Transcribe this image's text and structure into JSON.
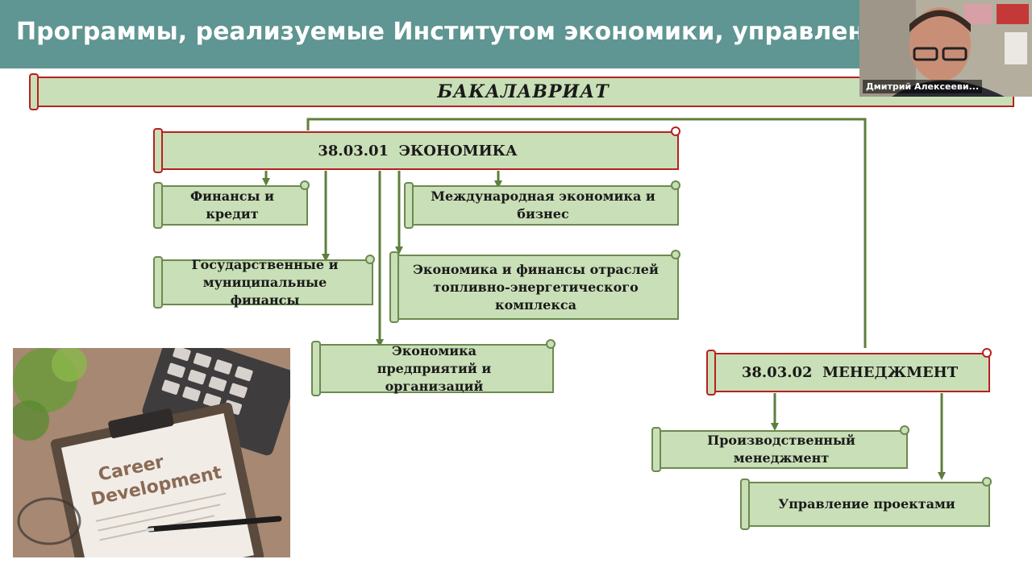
{
  "slide": {
    "title": "Программы, реализуемые Институтом экономики, управления и"
  },
  "diagram": {
    "root": "БАКАЛАВРИАТ",
    "economics": {
      "label": "38.03.01  ЭКОНОМИКА",
      "children": [
        "Финансы и кредит",
        "Государственные и муниципальные финансы",
        "Международная экономика и бизнес",
        "Экономика и финансы отраслей топливно-энергетического комплекса",
        "Экономика предприятий и организаций"
      ]
    },
    "management": {
      "label": "38.03.02  МЕНЕДЖМЕНТ",
      "children": [
        "Производственный менеджмент",
        "Управление проектами"
      ]
    }
  },
  "photo": {
    "text_line1": "Career",
    "text_line2": "Development"
  },
  "video": {
    "participant_name": "Дмитрий Алексееви..."
  },
  "colors": {
    "header_bg": "#5f9592",
    "box_fill": "#c9dfb7",
    "box_border": "#6b8a4f",
    "root_border": "#b82020",
    "arrow": "#5e7f3c"
  }
}
